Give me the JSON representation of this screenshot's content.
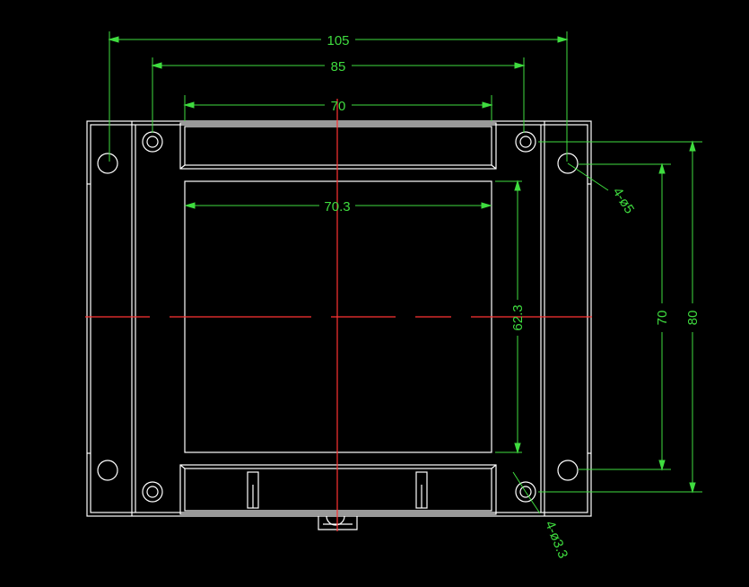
{
  "colors": {
    "background": "#000000",
    "outline": "#ffffff",
    "dimension": "#3fdc3f",
    "centerline": "#ff3333"
  },
  "dimensions": {
    "overall_width": "105",
    "mount_hole_spacing_x": "85",
    "window_width": "70",
    "inner_window_width": "70.3",
    "inner_window_height": "62.3",
    "mount_hole_spacing_y": "70",
    "overall_height": "80",
    "outer_holes_callout": "4-ø5",
    "inner_holes_callout": "4-ø3.3"
  }
}
